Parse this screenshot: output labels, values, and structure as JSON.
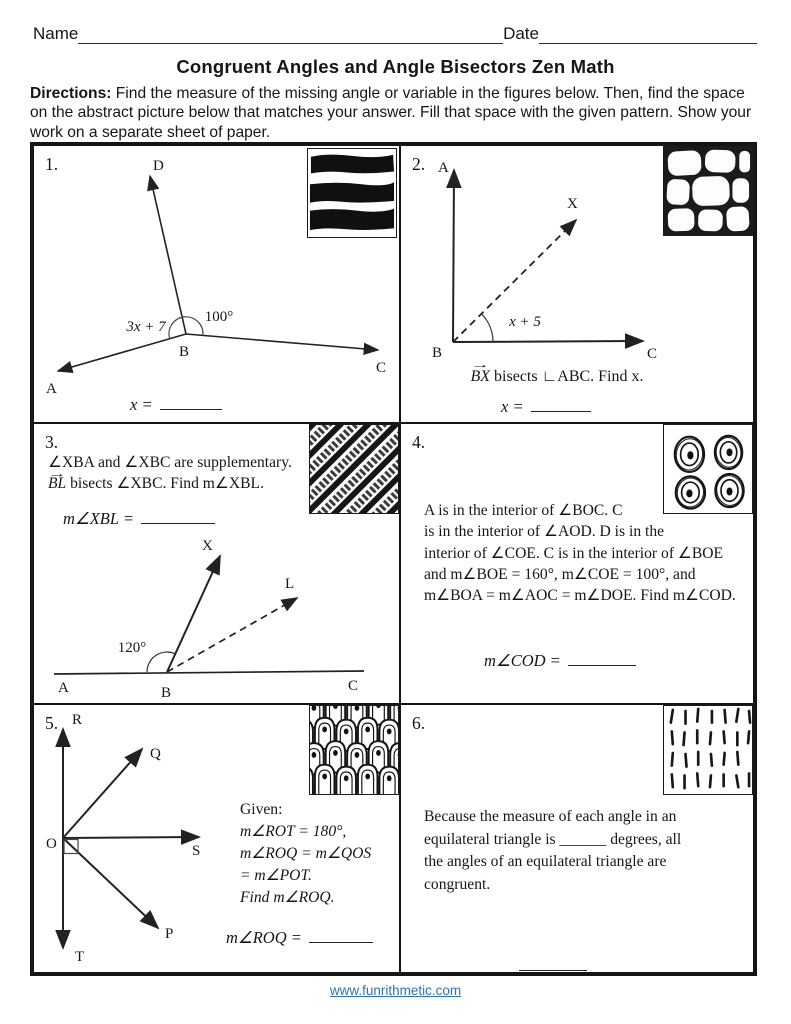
{
  "page": {
    "name_label": "Name",
    "date_label": "Date",
    "title": "Congruent Angles and Angle Bisectors Zen Math",
    "directions_label": "Directions:",
    "directions_text": " Find the measure of the missing angle or variable in the figures below.  Then, find the space on the abstract picture below that matches your answer.  Fill that space with the given pattern.  Show your work on a separate sheet of paper.",
    "footer_link": "www.funrithmetic.com",
    "link_color": "#2E74B5"
  },
  "problems": {
    "p1": {
      "number": "1.",
      "pattern": "horizontal-stripes",
      "points": {
        "D": "D",
        "A": "A",
        "B": "B",
        "C": "C"
      },
      "angle_left": "3x + 7",
      "angle_right": "100°",
      "answer_label": "x ="
    },
    "p2": {
      "number": "2.",
      "pattern": "stone-wall",
      "points": {
        "A": "A",
        "B": "B",
        "C": "C",
        "X": "X"
      },
      "angle_label": "x + 5",
      "statement_ray": "BX",
      "statement_rest": " bisects ∟ABC. Find x.",
      "answer_label": "x ="
    },
    "p3": {
      "number": "3.",
      "pattern": "diagonal-stripes",
      "line1": "∠XBA and ∠XBC are supplementary.",
      "line2_ray": "BL",
      "line2_rest": " bisects ∠XBC.  Find m∠XBL.",
      "points": {
        "A": "A",
        "B": "B",
        "C": "C",
        "X": "X",
        "L": "L"
      },
      "angle_label": "120°",
      "answer_label": "m∠XBL ="
    },
    "p4": {
      "number": "4.",
      "pattern": "nested-circles",
      "lines": [
        "A is in the interior of ∠BOC.  C",
        "is in the interior of ∠AOD.  D is in the",
        "interior of ∠COE.  C is in the interior of ∠BOE",
        "and m∠BOE = 160°, m∠COE = 100°, and",
        "m∠BOA = m∠AOC = m∠DOE.  Find m∠COD."
      ],
      "answer_label": "m∠COD ="
    },
    "p5": {
      "number": "5.",
      "pattern": "scales",
      "points": {
        "O": "O",
        "R": "R",
        "Q": "Q",
        "S": "S",
        "P": "P",
        "T": "T"
      },
      "given_lines": [
        "Given:",
        "m∠ROT = 180°,",
        "m∠ROQ = m∠QOS",
        "= m∠POT.",
        "Find m∠ROQ."
      ],
      "answer_label": "m∠ROQ ="
    },
    "p6": {
      "number": "6.",
      "pattern": "vertical-dashes",
      "lines": [
        "Because the measure of each angle in an",
        "equilateral triangle is ______ degrees, all",
        "the angles of an equilateral triangle are",
        "congruent."
      ]
    }
  }
}
